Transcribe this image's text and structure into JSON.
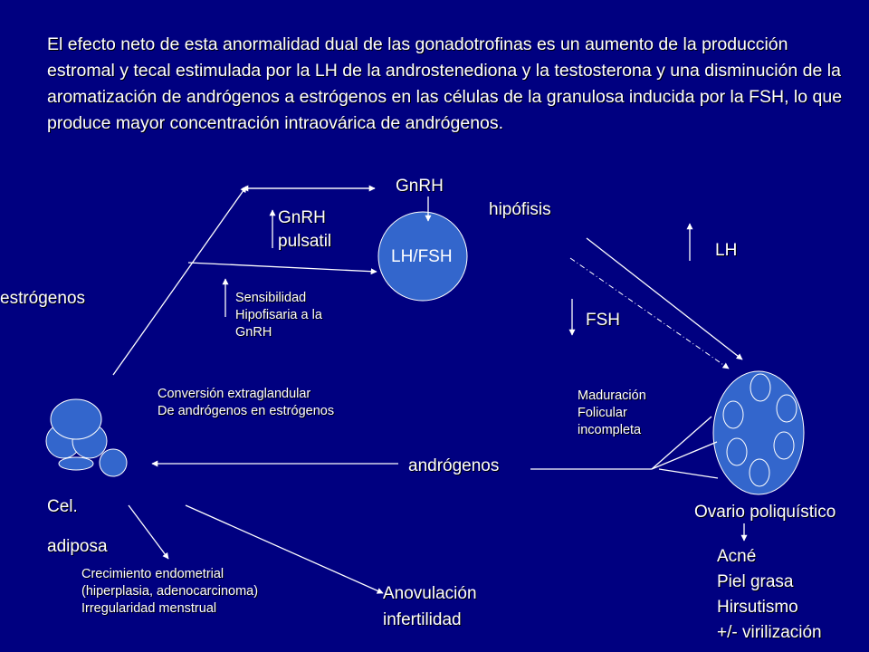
{
  "slide": {
    "background": "#000080",
    "shape_color": "#3366cc",
    "paragraph": "El efecto neto de esta anormalidad dual de las gonadotrofinas es un aumento de la producción estromal y tecal estimulada por la LH de la androstenediona y la testosterona y una disminución de la aromatización de andrógenos a estrógenos en las células de la granulosa inducida por la FSH, lo que produce mayor concentración intraovárica de andrógenos."
  },
  "labels": {
    "gnrh_top": "GnRH",
    "gnrh_pulsatil": [
      "GnRH",
      "pulsatil"
    ],
    "lh_fsh": "LH/FSH",
    "hipofisis": "hipófisis",
    "lh": "LH",
    "estrogenos": "estrógenos",
    "sensibilidad": [
      "Sensibilidad",
      "Hipofisaria a la",
      "GnRH"
    ],
    "fsh": "FSH",
    "conversion": [
      "Conversión extraglandular",
      "De andrógenos en estrógenos"
    ],
    "maduracion": [
      "Maduración",
      "Folicular",
      "incompleta"
    ],
    "androgenos": "andrógenos",
    "cel_adiposa": [
      "Cel.",
      "adiposa"
    ],
    "ovario": "Ovario poliquístico",
    "sintomas": [
      "Acné",
      "Piel grasa",
      "Hirsutismo",
      "+/- virilización"
    ],
    "crecimiento": [
      "Crecimiento endometrial",
      "(hiperplasia, adenocarcinoma)",
      "Irregularidad menstrual"
    ],
    "anovulacion": [
      "Anovulación",
      "infertilidad"
    ]
  }
}
